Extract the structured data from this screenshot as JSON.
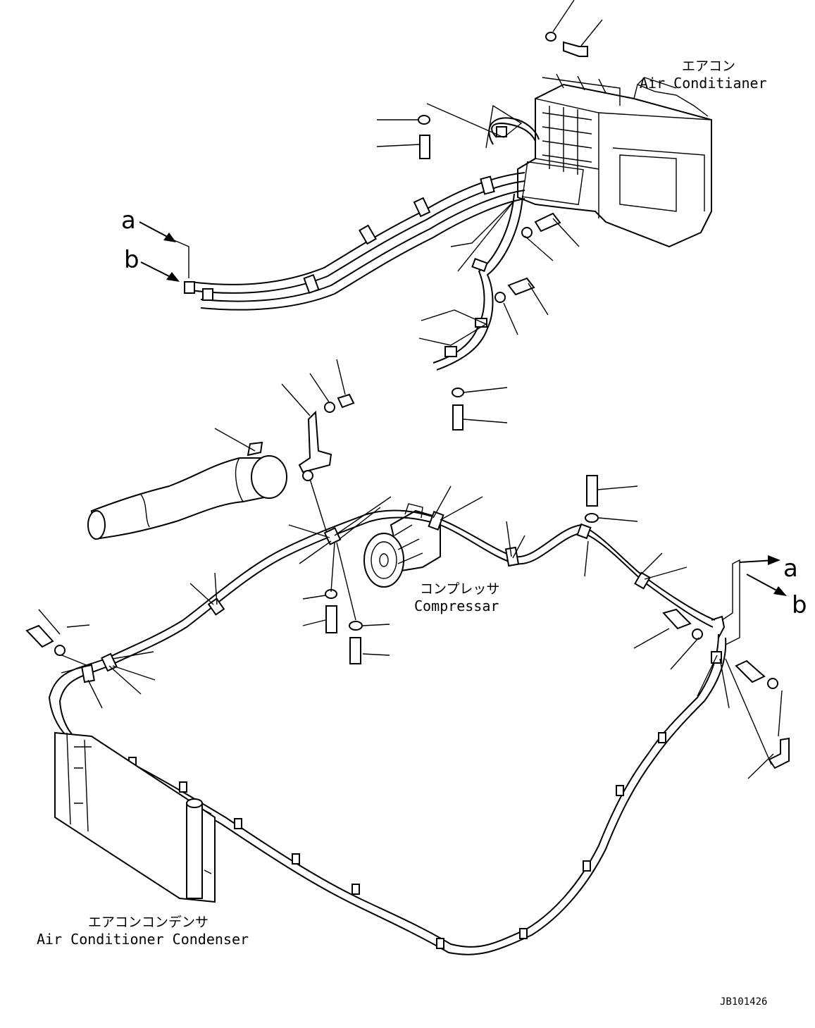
{
  "labels": {
    "air_conditioner_jp": "エアコン",
    "air_conditioner_en": "Air Conditianer",
    "compressor_jp": "コンプレッサ",
    "compressor_en": "Compressar",
    "condenser_jp": "エアコンコンデンサ",
    "condenser_en": "Air Conditioner Condenser",
    "drawing_number": "JB101426"
  },
  "connection_markers": {
    "a": "a",
    "b": "b"
  }
}
